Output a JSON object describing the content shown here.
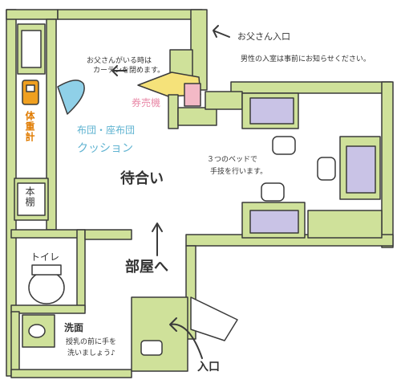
{
  "palette": {
    "wall_fill": "#cfe19a",
    "wall_stroke": "#3a3a3a",
    "bed_fill": "#c9c3e6",
    "register_fill": "#f5e27a",
    "register_pink": "#f3b9c6",
    "curtain_blue": "#8fd0e8",
    "scale_orange": "#f0a020",
    "cushion_text": "#5fb3d1",
    "ticket_text": "#e98aa8"
  },
  "labels": {
    "father_entrance": "お父さん入口",
    "father_note": "男性の入室は事前にお知らせください。",
    "curtain_note_line1": "お父さんがいる時は",
    "curtain_note_line2": "カーテンを閉めます。",
    "ticket_machine": "券売機",
    "futon_cushion_line1": "布団・座布団",
    "futon_cushion_line2": "クッション",
    "beds_note_line1": "３つのベッドで",
    "beds_note_line2": "手技を行います。",
    "waiting_area": "待合い",
    "to_rooms": "部屋へ",
    "scale": "体重計",
    "bookshelf": "本棚",
    "toilet": "トイレ",
    "sink": "洗面",
    "sink_note_line1": "授乳の前に手を",
    "sink_note_line2": "洗いましょう♪",
    "entrance": "入口"
  }
}
